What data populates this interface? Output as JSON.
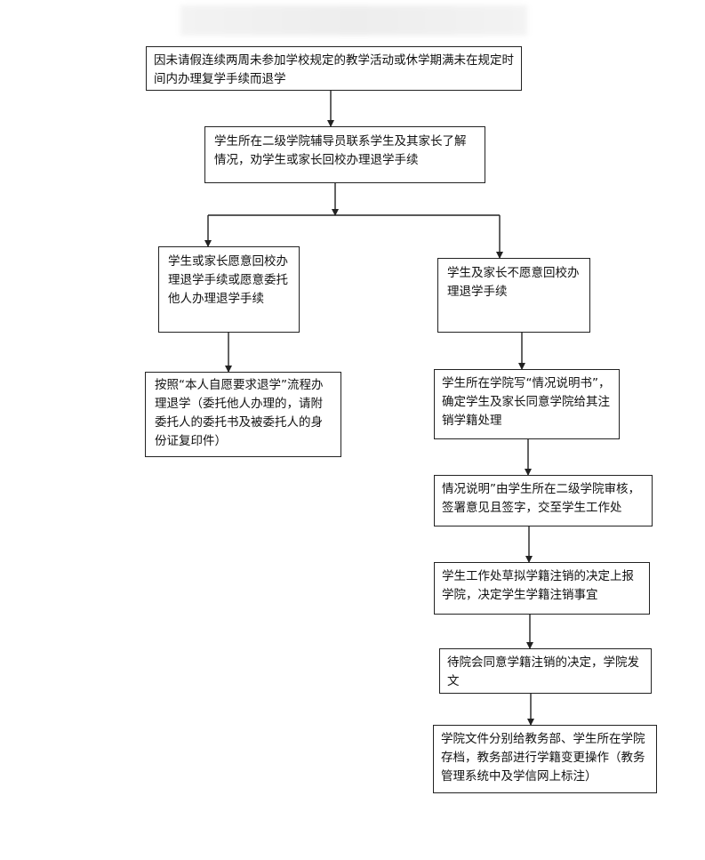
{
  "header": {
    "title": ""
  },
  "nodes": {
    "start": "因未请假连续两周未参加学校规定的教学活动或休学期满未在规定时间内办理复学手续而退学",
    "contact": "学生所在二级学院辅导员联系学生及其家长了解情况，劝学生或家长回校办理退学手续",
    "willing": "学生或家长愿意回校办理退学手续或愿意委托他人办理退学手续",
    "voluntary": "按照“本人自愿要求退学”流程办理退学（委托他人办理的，请附委托人的委托书及被委托人的身份证复印件）",
    "unwilling": "学生及家长不愿意回校办理退学手续",
    "report": "学生所在学院写“情况说明书”，确定学生及家长同意学院给其注销学籍处理",
    "review": "情况说明”由学生所在二级学院审核，签署意见且签字，交至学生工作处",
    "draft": "学生工作处草拟学籍注销的决定上报学院，决定学生学籍注销事宜",
    "approve": "待院会同意学籍注销的决定，学院发文",
    "archive": "学院文件分别给教务部、学生所在学院存档，教务部进行学籍变更操作（教务管理系统中及学信网上标注）"
  }
}
